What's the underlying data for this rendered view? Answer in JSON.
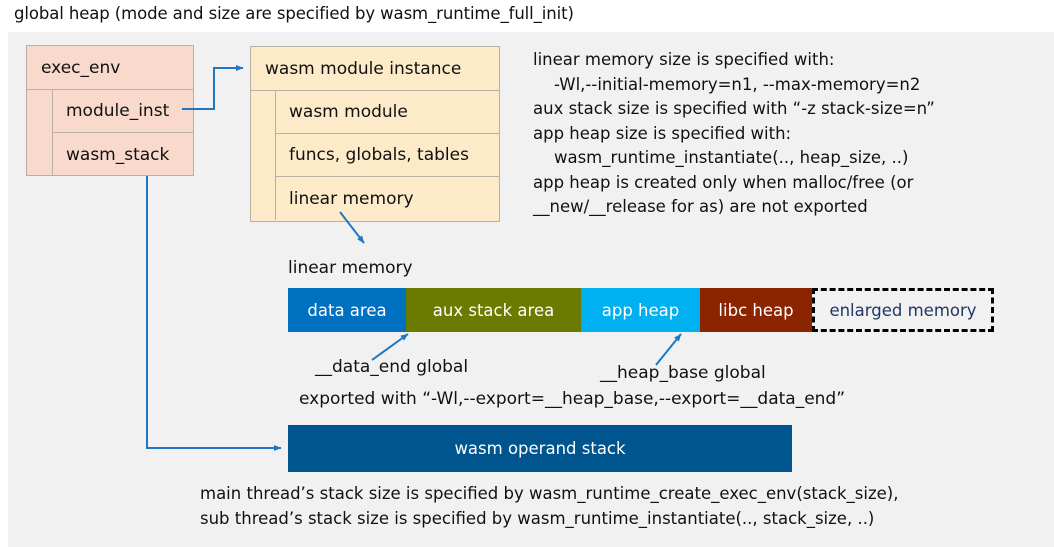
{
  "title": "global heap (mode and size are specified by wasm_runtime_full_init)",
  "colors": {
    "panel_bg": "#f1f1f1",
    "exec_env_fill": "#fad9cd",
    "module_fill": "#fdeac8",
    "box_border": "#b8b0a6",
    "arrow": "#1f77c4",
    "data_area": "#0070c0",
    "aux_stack_area": "#6b7a00",
    "app_heap": "#00b0f0",
    "libc_heap": "#8b2500",
    "enlarged_memory_text": "#1f3864",
    "operand_stack": "#00558f",
    "text": "#111111"
  },
  "exec_env": {
    "header": "exec_env",
    "rows": [
      {
        "label": "module_inst"
      },
      {
        "label": "wasm_stack"
      }
    ]
  },
  "module_instance": {
    "header": "wasm module instance",
    "rows": [
      {
        "label": "wasm module"
      },
      {
        "label": "funcs, globals, tables"
      },
      {
        "label": "linear memory"
      }
    ]
  },
  "note_top": "linear memory size is specified with:\n    -Wl,--initial-memory=n1, --max-memory=n2\naux stack size is specified with “-z stack-size=n”\napp heap size is specified with:\n    wasm_runtime_instantiate(.., heap_size, ..)\napp heap is created only when malloc/free (or\n__new/__release for as) are not exported",
  "linear_memory": {
    "label": "linear memory",
    "segments": [
      {
        "label": "data area",
        "color": "#0070c0",
        "width": 118,
        "dashed": false
      },
      {
        "label": "aux stack area",
        "color": "#6b7a00",
        "width": 175,
        "dashed": false
      },
      {
        "label": "app heap",
        "color": "#00b0f0",
        "width": 119,
        "dashed": false
      },
      {
        "label": "libc heap",
        "color": "#8b2500",
        "width": 112,
        "dashed": false
      },
      {
        "label": "enlarged memory",
        "color": "#f1f1f1",
        "width": 182,
        "dashed": true
      }
    ]
  },
  "annotations": {
    "data_end": "__data_end global",
    "heap_base": "__heap_base global",
    "exported": "exported with “-Wl,--export=__heap_base,--export=__data_end”"
  },
  "operand_stack": {
    "label": "wasm operand stack"
  },
  "note_bottom": "main thread’s stack size is specified by wasm_runtime_create_exec_env(stack_size),\nsub thread’s stack size is specified by wasm_runtime_instantiate(.., stack_size, ..)"
}
